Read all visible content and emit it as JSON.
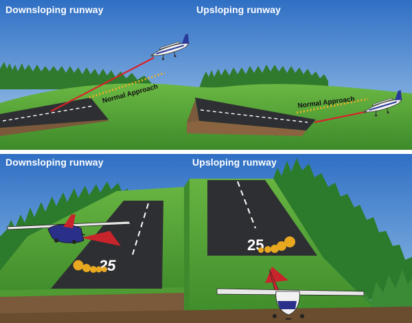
{
  "top_panel": {
    "left_heading": "Downsloping runway",
    "right_heading": "Upsloping runway",
    "left_approach_label": "Normal Approach",
    "right_approach_label": "Normal Approach"
  },
  "bottom_panel": {
    "left_heading": "Downsloping runway",
    "right_heading": "Upsloping runway",
    "left_runway_number": "25",
    "right_runway_number": "25"
  },
  "colors": {
    "sky": "#3a7fd0",
    "grass": "#5aa838",
    "runway": "#2e2f32",
    "actual_path": "#d8222a",
    "normal_approach_dots": "#f0b020",
    "visual_cue": "#e8b020"
  }
}
